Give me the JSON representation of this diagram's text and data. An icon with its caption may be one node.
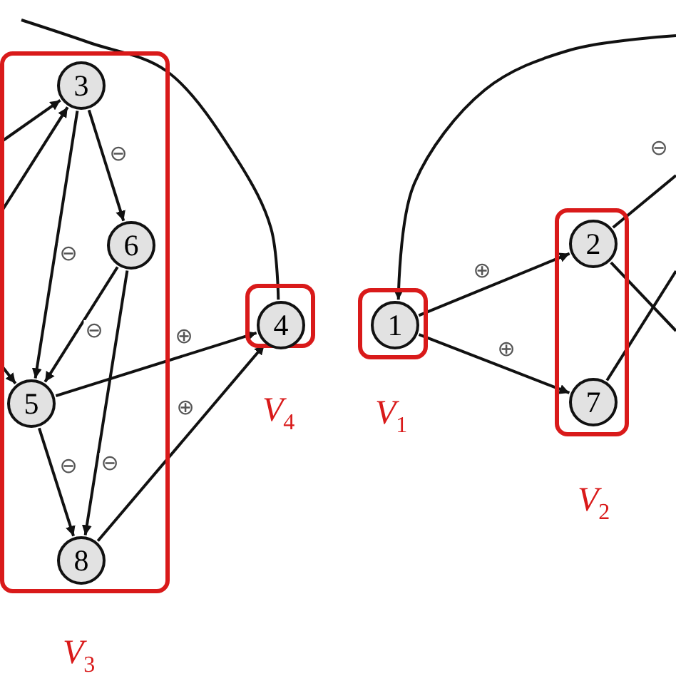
{
  "diagram": {
    "nodes": [
      {
        "text": [
          "*V*$_{3}$"
        ]
      },
      {
        "text": [
          "3"
        ],
        "in": 0
      },
      {
        "text": [
          "6"
        ],
        "in": 0
      },
      {
        "text": [
          "5"
        ],
        "in": 0
      },
      {
        "text": [
          "8"
        ],
        "in": 0
      },
      {
        "text": [
          "*V*$_{4}$"
        ]
      },
      {
        "text": [
          "4"
        ],
        "in": 5
      },
      {
        "text": [
          "*V*$_{1}$"
        ]
      },
      {
        "text": [
          "1"
        ],
        "in": 7
      },
      {
        "text": [
          "*V*$_{2}$"
        ]
      },
      {
        "text": [
          "2"
        ],
        "in": 9
      },
      {
        "text": [
          "7"
        ],
        "in": 9
      }
    ],
    "edges": [
      {
        "from": null,
        "to": 1,
        "arrow": "to"
      },
      {
        "from": null,
        "to": 1,
        "arrow": "to"
      },
      {
        "from": null,
        "to": 3,
        "arrow": "to"
      },
      {
        "from": 1,
        "to": 2,
        "arrow": "to",
        "label": "⊖"
      },
      {
        "from": 1,
        "to": 3,
        "arrow": "to",
        "label": "⊖"
      },
      {
        "from": 2,
        "to": 3,
        "arrow": "to",
        "label": "⊖"
      },
      {
        "from": 2,
        "to": 4,
        "arrow": "to",
        "label": "⊖"
      },
      {
        "from": 3,
        "to": 4,
        "arrow": "to",
        "label": "⊖"
      },
      {
        "from": 3,
        "to": 6,
        "arrow": "to",
        "label": "⊕"
      },
      {
        "from": 4,
        "to": 6,
        "arrow": "to",
        "label": "⊕"
      },
      {
        "from": 6,
        "to": null,
        "arrow": "none"
      },
      {
        "from": null,
        "to": 8,
        "arrow": "to"
      },
      {
        "from": 8,
        "to": 10,
        "arrow": "to",
        "label": "⊕"
      },
      {
        "from": 8,
        "to": 11,
        "arrow": "to",
        "label": "⊕"
      },
      {
        "from": 10,
        "to": null,
        "arrow": "none",
        "label": "⊖"
      },
      {
        "from": 10,
        "to": null,
        "arrow": "none"
      },
      {
        "from": 11,
        "to": null,
        "arrow": "none"
      }
    ]
  }
}
